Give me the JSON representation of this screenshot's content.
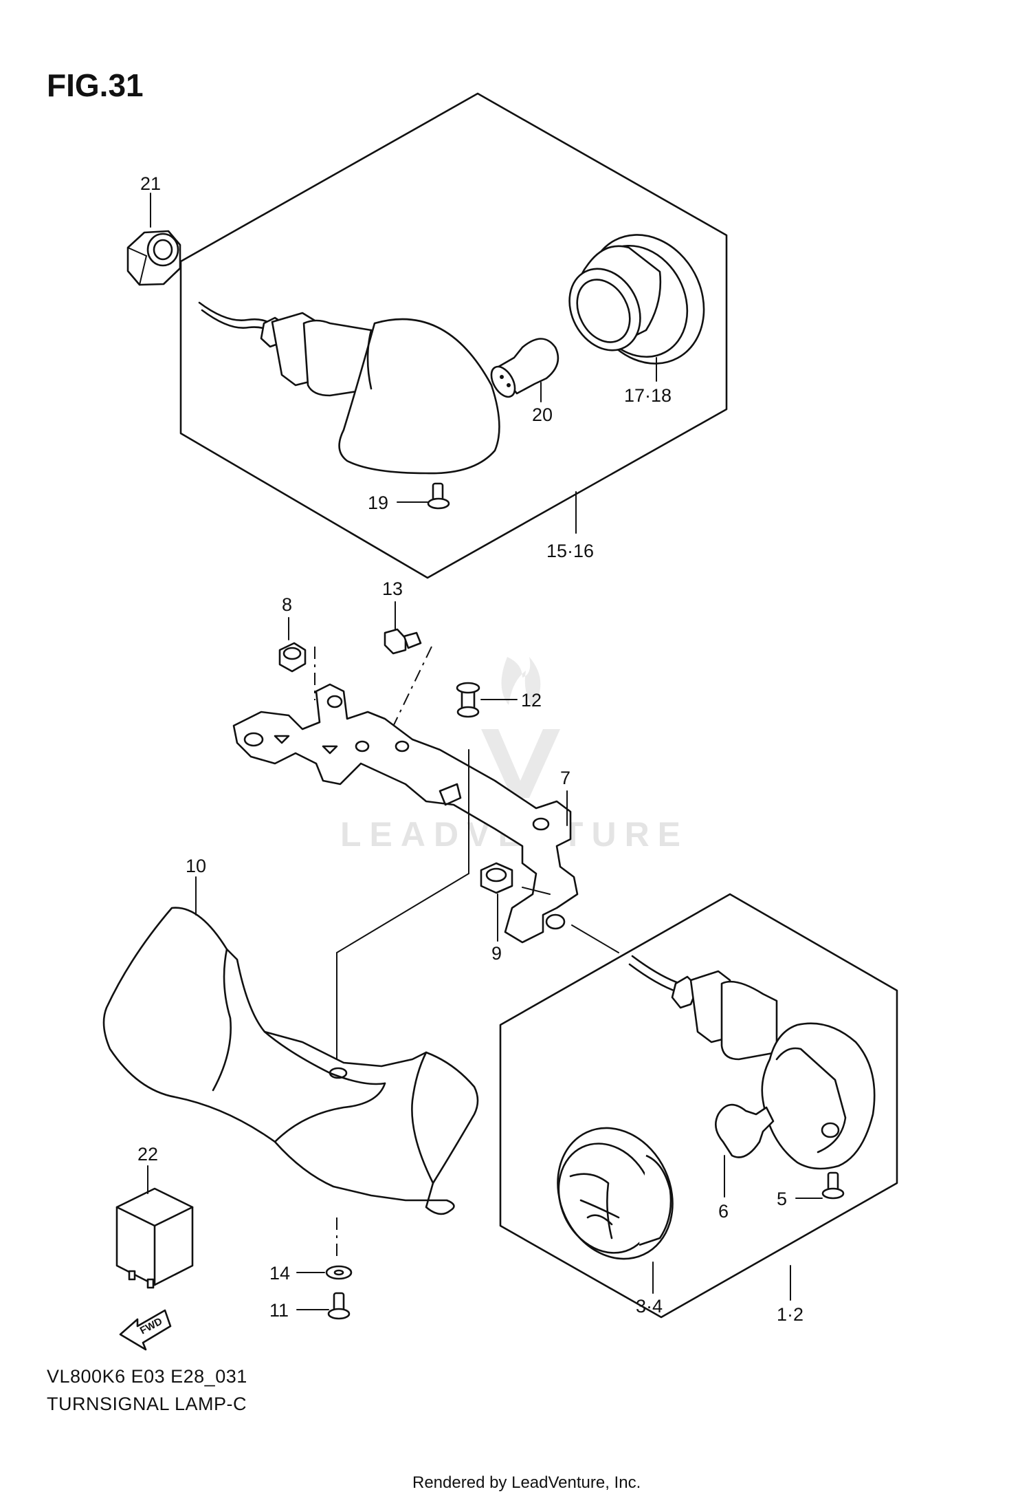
{
  "figure": {
    "title": "FIG.31",
    "model_code": "VL800K6  E03  E28_031",
    "caption": "TURNSIGNAL LAMP-C",
    "rendered_by": "Rendered by LeadVenture, Inc.",
    "watermark": "LEADVENTURE",
    "fwd_arrow": "FWD"
  },
  "callouts": {
    "c1_2": "1·2",
    "c3_4": "3·4",
    "c5": "5",
    "c6": "6",
    "c7": "7",
    "c8": "8",
    "c9": "9",
    "c10": "10",
    "c11": "11",
    "c12": "12",
    "c13": "13",
    "c14": "14",
    "c15_16": "15·16",
    "c17_18": "17·18",
    "c19": "19",
    "c20": "20",
    "c21": "21",
    "c22": "22"
  }
}
